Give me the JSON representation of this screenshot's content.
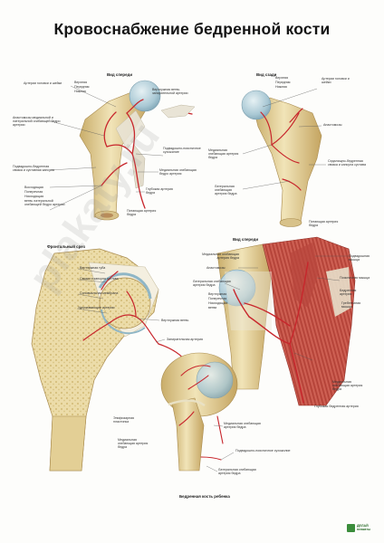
{
  "title": "Кровоснабжение бедренной кости",
  "watermark": "plakaty.ru",
  "views": {
    "front": {
      "heading": "Вид спереди",
      "labels": [
        "Артерии головки и шейки",
        "Верхняя",
        "Передняя",
        "Нижняя",
        "Вертлужная ветвь запирательной артерии",
        "Анастомозы медиальной и латеральной огибающей бедро артерии",
        "Подвздошно-бедренная связка и суставная капсула",
        "Подвздошно-поясничное сухожилие",
        "Восходящая",
        "Поперечная",
        "Нисходящая",
        "ветвь латеральной огибающей бедро артерии",
        "Медиальная огибающая бедро артерия",
        "Глубокая артерия бедра",
        "Питающая артерия бедра"
      ]
    },
    "back": {
      "heading": "Вид сзади",
      "labels": [
        "Верхняя",
        "Передняя",
        "Нижняя",
        "Артерии головки и шейки",
        "Анастомозы",
        "Медиальная огибающая артерия бедра",
        "Латеральная огибающая артерия бедра",
        "Седалищно-бедренная связка и капсула сустава",
        "Питающая артерия бедра"
      ]
    },
    "frontal_section": {
      "heading": "Фронтальный срез",
      "labels": [
        "Вертлужная губа",
        "Связки и капсула сустава",
        "Синовиальная мембрана",
        "Удерживающие артерии",
        "Вертлужная ветвь",
        "Запирательная артерия"
      ]
    },
    "front_muscles": {
      "heading": "Вид спереди",
      "labels": [
        "Подвздошная мышца",
        "Медиальная огибающая артерия бедра",
        "Поясничная мышца",
        "Анастомозы",
        "Бедренная артерия",
        "Латеральная огибающая артерия бедра",
        "Гребенчатая мышца",
        "Вертлужная",
        "Поперечная",
        "Нисходящая",
        "ветви",
        "Медиальная огибающая артерия бедра",
        "Глубокая бедренная артерия"
      ]
    },
    "child": {
      "heading": "Бедренная кость ребенка",
      "labels": [
        "Эпифизарная пластинка",
        "Медиальная огибающая артерия бедра",
        "Медиальная огибающая артерия бедра",
        "Подвздошно-поясничное сухожилие",
        "Латеральная огибающая артерия бедра"
      ]
    }
  },
  "publisher": {
    "name": "ДЕЛАЙ",
    "tagline": "плакаты"
  },
  "colors": {
    "bone": "#e8d8a6",
    "bone_dark": "#c9ad6a",
    "artery": "#c8262c",
    "cartilage": "#b7d3de",
    "muscle": "#c9574b",
    "ligament": "#e9e4d6",
    "leader": "#555555"
  }
}
